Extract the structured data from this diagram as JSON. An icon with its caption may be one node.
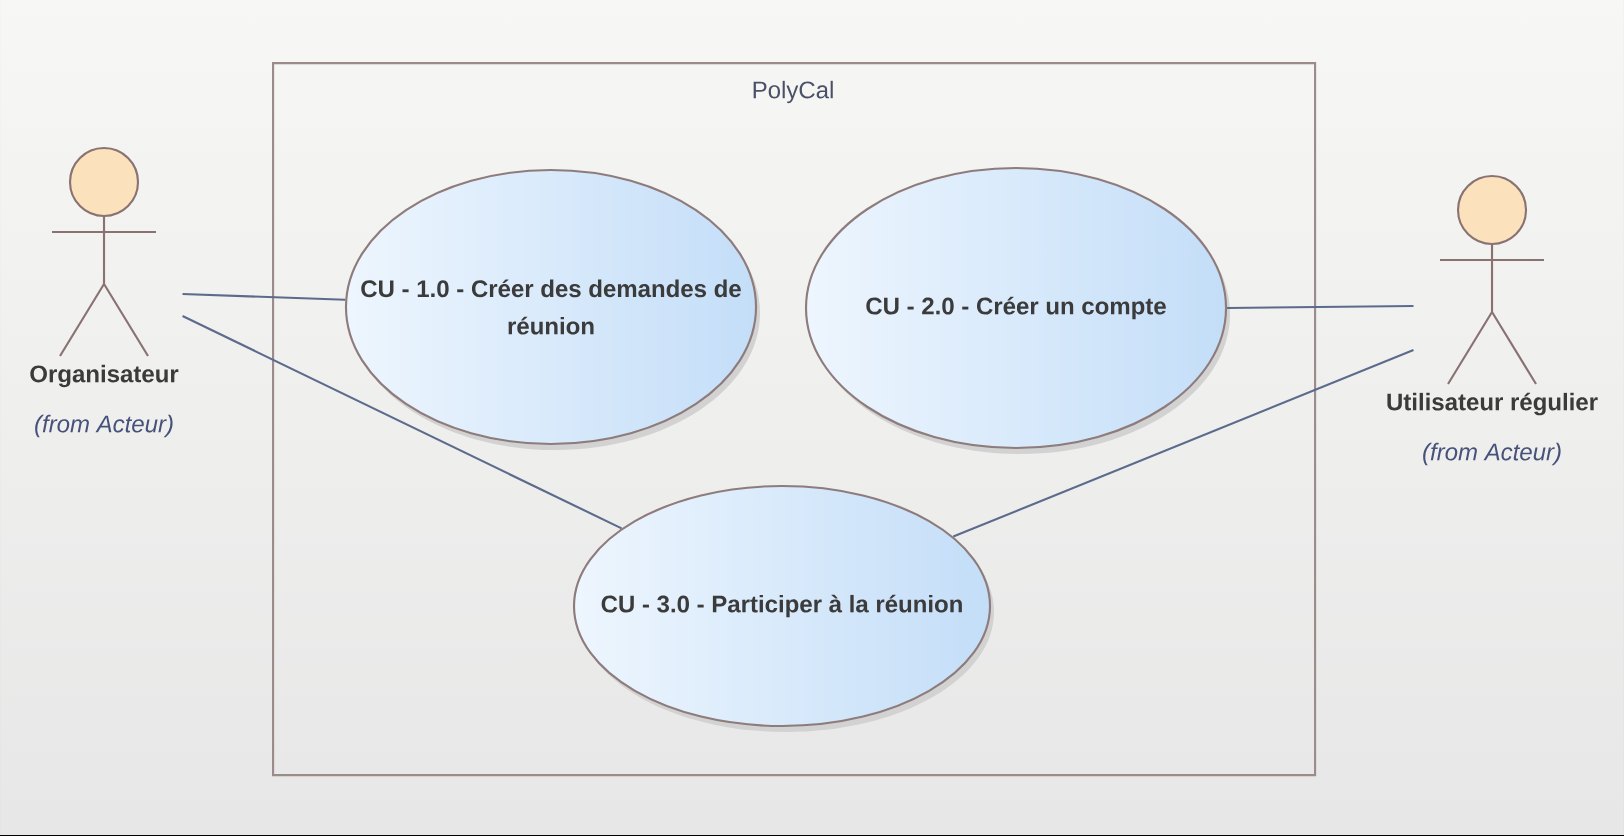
{
  "diagram": {
    "nodes": [
      {
        "text": [
          "Organisateur",
          "(from Acteur)"
        ]
      },
      {
        "text": [
          "PolyCal"
        ]
      },
      {
        "text": [
          "CU - 1.0 - Créer des demandes de réunion"
        ],
        "in": 1
      },
      {
        "text": [
          "CU - 2.0 - Créer un compte"
        ],
        "in": 1
      },
      {
        "text": [
          "CU - 3.0 - Participer à la réunion"
        ],
        "in": 1
      },
      {
        "text": [
          "Utilisateur régulier",
          "(from Acteur)"
        ]
      }
    ],
    "edges": [
      {
        "from": 0,
        "to": 2,
        "arrow": "none"
      },
      {
        "from": 0,
        "to": 4,
        "arrow": "none"
      },
      {
        "from": 5,
        "to": 3,
        "arrow": "none"
      },
      {
        "from": 5,
        "to": 4,
        "arrow": "none"
      }
    ]
  }
}
